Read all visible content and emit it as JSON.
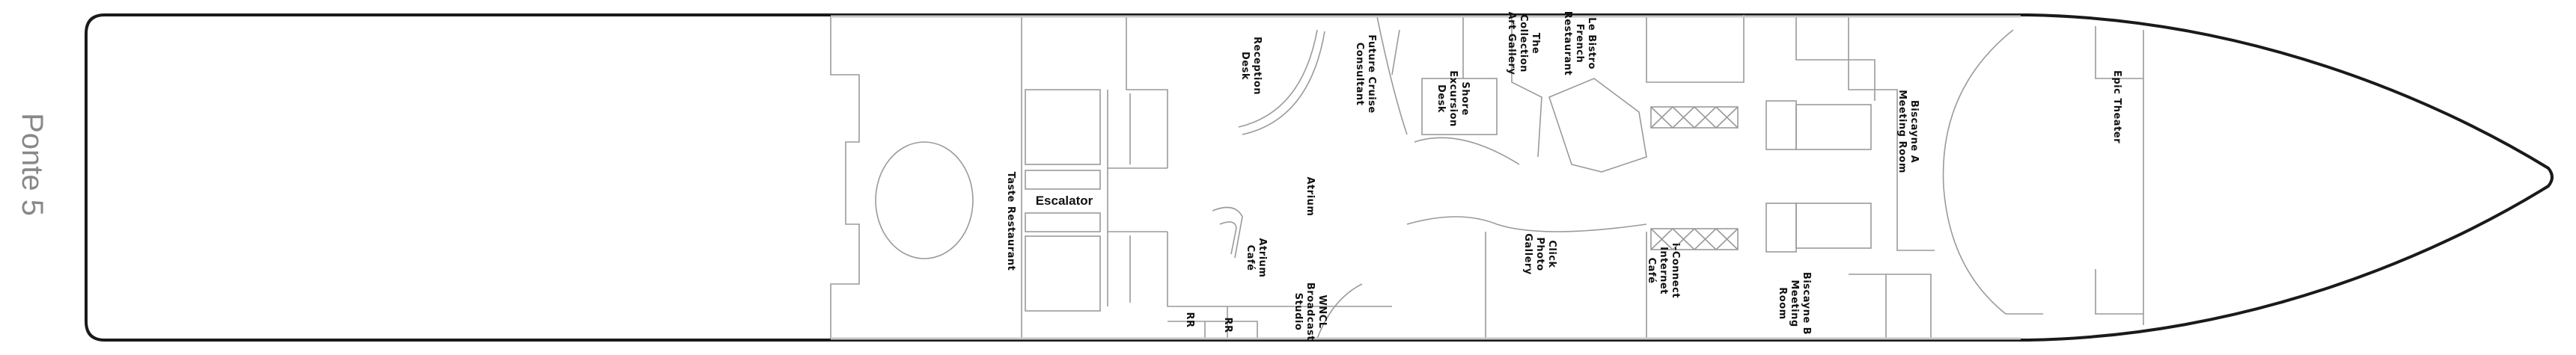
{
  "deck": {
    "title": "Ponte 5"
  },
  "colors": {
    "hull": "#1a1a1a",
    "walls": "#9a9a9a",
    "deck_label": "#888888"
  },
  "venues": [
    {
      "id": "taste",
      "lines": [
        "Taste Restaurant"
      ]
    },
    {
      "id": "escalator",
      "lines": [
        "Escalator"
      ]
    },
    {
      "id": "reception",
      "lines": [
        "Reception",
        "Desk"
      ]
    },
    {
      "id": "atrium",
      "lines": [
        "Atrium"
      ]
    },
    {
      "id": "atrium-cafe",
      "lines": [
        "Atrium",
        "Café"
      ]
    },
    {
      "id": "wncl",
      "lines": [
        "WNCL",
        "Broadcast",
        "Studio"
      ]
    },
    {
      "id": "rr1",
      "lines": [
        "RR"
      ]
    },
    {
      "id": "rr2",
      "lines": [
        "RR"
      ]
    },
    {
      "id": "future-cruise",
      "lines": [
        "Future Cruise",
        "Consultant"
      ]
    },
    {
      "id": "shore-excursion",
      "lines": [
        "Shore",
        "Excursion",
        "Desk"
      ]
    },
    {
      "id": "art-gallery",
      "lines": [
        "The",
        "Collection",
        "Art Gallery"
      ]
    },
    {
      "id": "le-bistro",
      "lines": [
        "Le Bistro",
        "French",
        "Restaurant"
      ]
    },
    {
      "id": "photo-gallery",
      "lines": [
        "Click",
        "Photo",
        "Gallery"
      ]
    },
    {
      "id": "internet-cafe",
      "lines": [
        "i-Connect",
        "Internet",
        "Café"
      ]
    },
    {
      "id": "biscayne-a",
      "lines": [
        "Biscayne A",
        "Meeting Room"
      ]
    },
    {
      "id": "biscayne-b",
      "lines": [
        "Biscayne B",
        "Meeting",
        "Room"
      ]
    },
    {
      "id": "epic-theater",
      "lines": [
        "Epic Theater"
      ]
    }
  ]
}
